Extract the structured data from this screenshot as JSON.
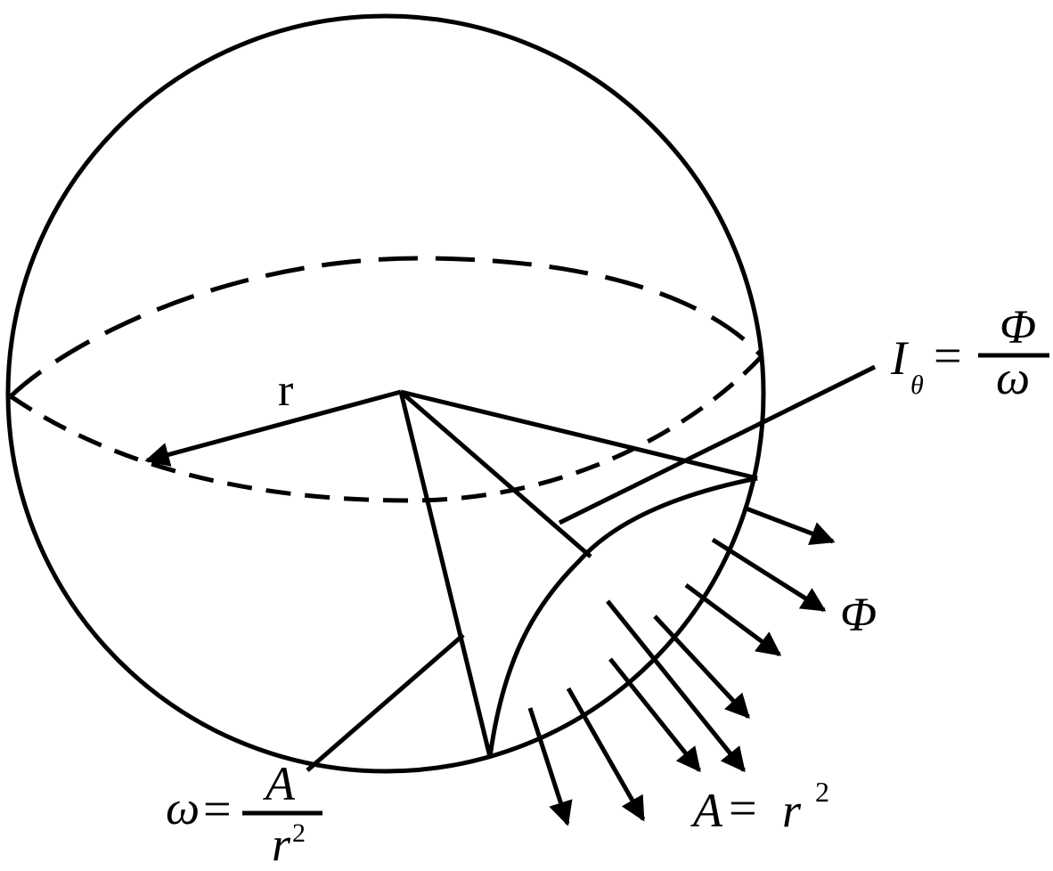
{
  "diagram": {
    "radius_label": "r",
    "intensity": {
      "symbol": "I",
      "subscript": "θ",
      "equals": "=",
      "numerator": "Φ",
      "denominator": "ω"
    },
    "flux_label": "Φ",
    "area": {
      "symbol": "A",
      "equals": "=",
      "base": "r",
      "exponent": "2"
    },
    "solid_angle": {
      "symbol": "ω",
      "equals": "=",
      "numerator": "A",
      "denominator_base": "r",
      "denominator_exp": "2"
    }
  }
}
